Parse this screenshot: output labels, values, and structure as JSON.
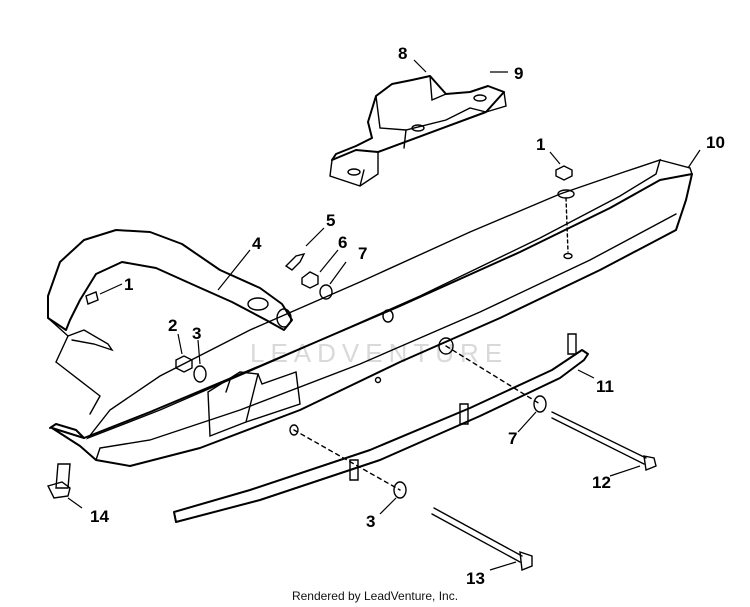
{
  "watermark": "LEADVENTURE",
  "footer": "Rendered by LeadVenture, Inc.",
  "callouts": {
    "c1a": "1",
    "c1b": "1",
    "c2": "2",
    "c3a": "3",
    "c3b": "3",
    "c4": "4",
    "c5": "5",
    "c6": "6",
    "c7a": "7",
    "c7b": "7",
    "c8": "8",
    "c9": "9",
    "c10": "10",
    "c11": "11",
    "c12": "12",
    "c13": "13",
    "c14": "14"
  }
}
